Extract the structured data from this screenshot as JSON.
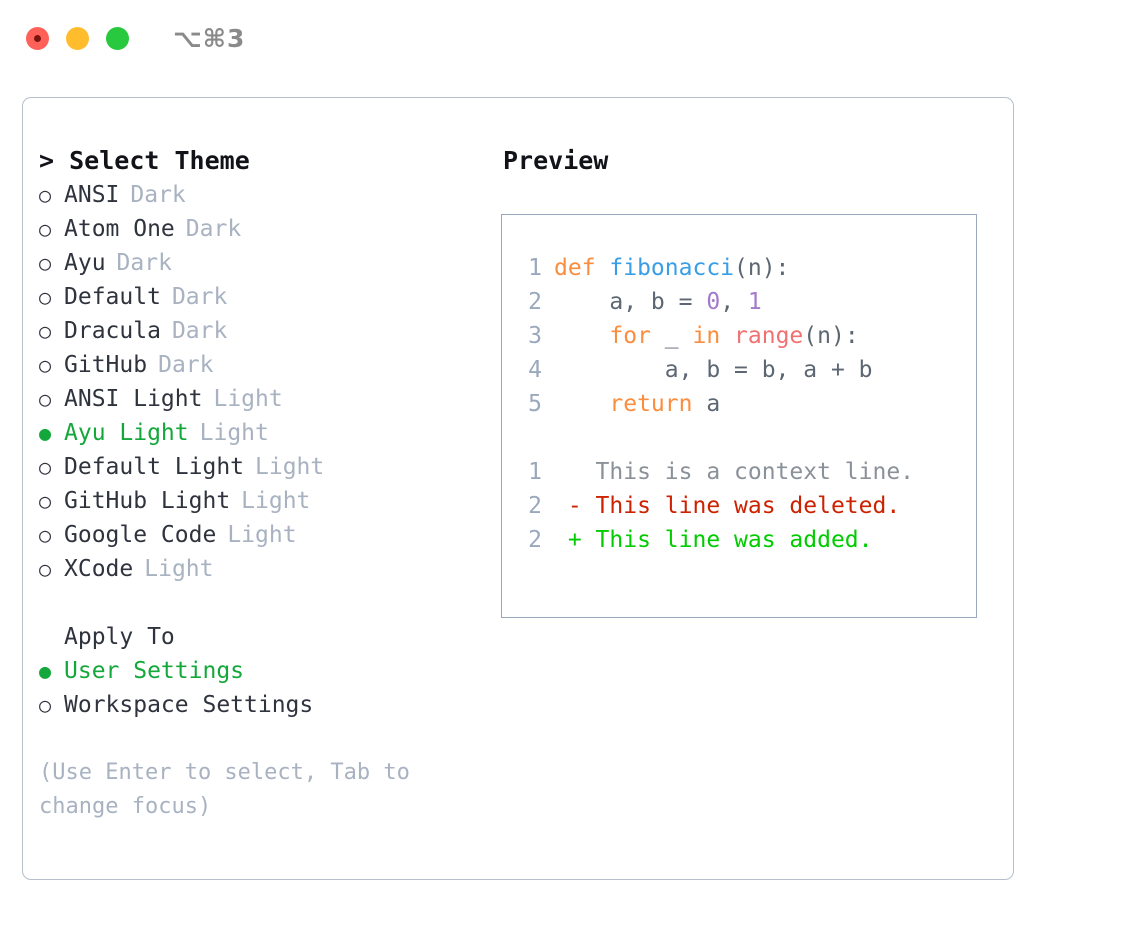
{
  "titlebar": {
    "shortcut": "⌥⌘3",
    "buttons": {
      "close": "close-window",
      "minimize": "minimize-window",
      "maximize": "maximize-window"
    }
  },
  "theme_picker": {
    "header_caret": ">",
    "header": "Select Theme",
    "marker_selected": "●",
    "marker_unselected": "○",
    "items": [
      {
        "name": "ANSI",
        "kind": "Dark",
        "selected": false
      },
      {
        "name": "Atom One",
        "kind": "Dark",
        "selected": false
      },
      {
        "name": "Ayu",
        "kind": "Dark",
        "selected": false
      },
      {
        "name": "Default",
        "kind": "Dark",
        "selected": false
      },
      {
        "name": "Dracula",
        "kind": "Dark",
        "selected": false
      },
      {
        "name": "GitHub",
        "kind": "Dark",
        "selected": false
      },
      {
        "name": "ANSI Light",
        "kind": "Light",
        "selected": false
      },
      {
        "name": "Ayu Light",
        "kind": "Light",
        "selected": true
      },
      {
        "name": "Default Light",
        "kind": "Light",
        "selected": false
      },
      {
        "name": "GitHub Light",
        "kind": "Light",
        "selected": false
      },
      {
        "name": "Google Code",
        "kind": "Light",
        "selected": false
      },
      {
        "name": "XCode",
        "kind": "Light",
        "selected": false
      }
    ]
  },
  "apply_to": {
    "header": "Apply To",
    "items": [
      {
        "label": "User Settings",
        "selected": true
      },
      {
        "label": "Workspace Settings",
        "selected": false
      }
    ]
  },
  "hint": "(Use Enter to select, Tab to change focus)",
  "preview": {
    "title": "Preview",
    "code_lines": [
      {
        "lineno": "1",
        "tokens": [
          {
            "text": "def ",
            "type": "kw"
          },
          {
            "text": "fibonacci",
            "type": "fn"
          },
          {
            "text": "(n):",
            "type": "plain"
          }
        ]
      },
      {
        "lineno": "2",
        "tokens": [
          {
            "text": "    a, b = ",
            "type": "plain"
          },
          {
            "text": "0",
            "type": "num"
          },
          {
            "text": ", ",
            "type": "plain"
          },
          {
            "text": "1",
            "type": "num"
          }
        ]
      },
      {
        "lineno": "3",
        "tokens": [
          {
            "text": "    ",
            "type": "plain"
          },
          {
            "text": "for",
            "type": "kw"
          },
          {
            "text": " _ ",
            "type": "plain"
          },
          {
            "text": "in",
            "type": "kw"
          },
          {
            "text": " ",
            "type": "plain"
          },
          {
            "text": "range",
            "type": "bi"
          },
          {
            "text": "(n):",
            "type": "plain"
          }
        ]
      },
      {
        "lineno": "4",
        "tokens": [
          {
            "text": "        a, b = b, a + b",
            "type": "plain"
          }
        ]
      },
      {
        "lineno": "5",
        "tokens": [
          {
            "text": "    ",
            "type": "plain"
          },
          {
            "text": "return",
            "type": "kw"
          },
          {
            "text": " a",
            "type": "plain"
          }
        ]
      }
    ],
    "diff_lines": [
      {
        "lineno": "1",
        "marker": " ",
        "text": "This is a context line.",
        "type": "ctx"
      },
      {
        "lineno": "2",
        "marker": "-",
        "text": "This line was deleted.",
        "type": "del"
      },
      {
        "lineno": "2",
        "marker": "+",
        "text": "This line was added.",
        "type": "add"
      }
    ]
  },
  "colors": {
    "selection_green": "#14a83c",
    "diff_add_green": "#00cc00",
    "diff_del_red": "#cc2200",
    "keyword_orange": "#fa8d3e",
    "function_blue": "#399ee6",
    "number_purple": "#a37acc",
    "builtin_salmon": "#f07171",
    "muted_gray": "#a8b2c1",
    "border_blue_gray": "#9aa8bd"
  }
}
